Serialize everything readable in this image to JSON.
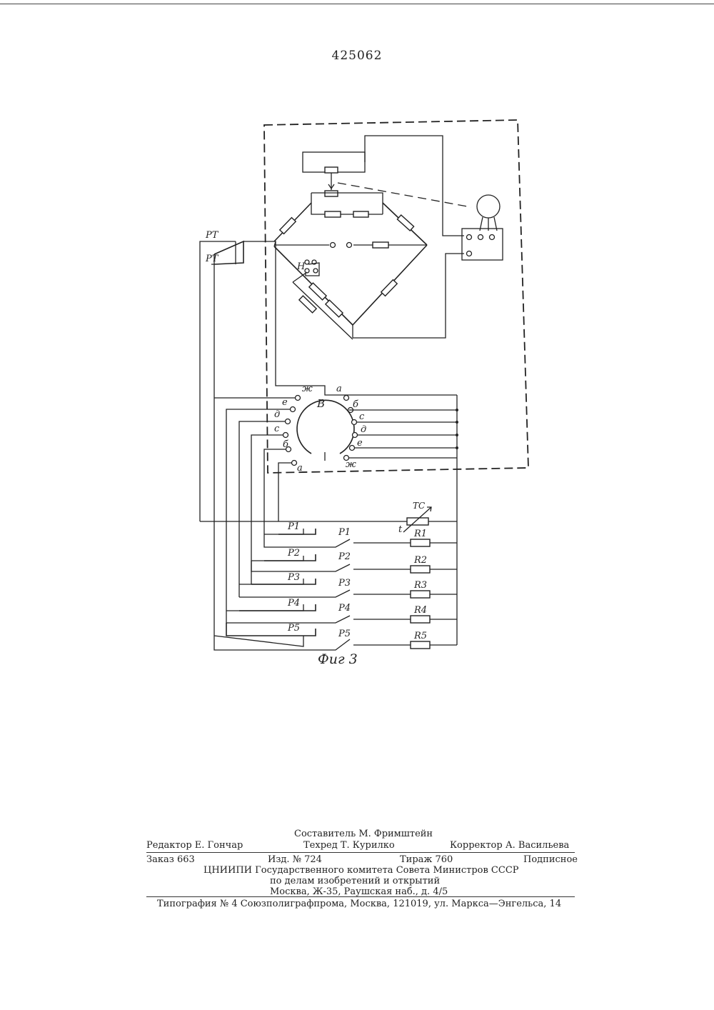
{
  "page": {
    "number": "425062"
  },
  "figure": {
    "caption": "Фиг 3",
    "labels": {
      "rt1": "РТ",
      "rt2": "РТ",
      "h": "Н",
      "v": "В",
      "tc": "ТС",
      "t": "t",
      "left_contacts": [
        "ж",
        "е",
        "д",
        "с",
        "б",
        "а"
      ],
      "right_contacts": [
        "а",
        "б",
        "с",
        "д",
        "е",
        "ж"
      ],
      "relays": [
        "Р1",
        "Р2",
        "Р3",
        "Р4",
        "Р5"
      ],
      "switches": [
        "Р1",
        "Р2",
        "Р3",
        "Р4",
        "Р5"
      ],
      "resistors": [
        "R1",
        "R2",
        "R3",
        "R4",
        "R5"
      ]
    }
  },
  "imprint": {
    "compiler": "Составитель М. Фримштейн",
    "editor": "Редактор Е. Гончар",
    "techred": "Техред Т. Курилко",
    "corrector": "Корректор А. Васильева",
    "order": "Заказ 663",
    "edition": "Изд. № 724",
    "circulation": "Тираж 760",
    "subscription": "Подписное",
    "org": "ЦНИИПИ Государственного комитета Совета Министров СССР",
    "org2": "по делам изобретений и открытий",
    "address": "Москва, Ж-35, Раушская наб., д. 4/5",
    "printer": "Типография № 4 Союзполиграфпрома, Москва, 121019, ул. Маркса—Энгельса, 14"
  }
}
